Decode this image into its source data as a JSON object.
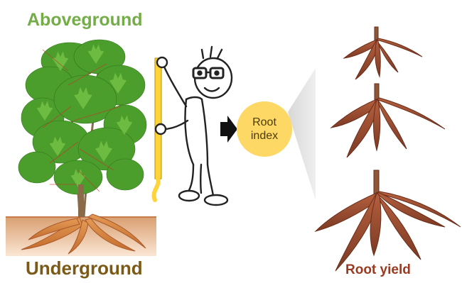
{
  "labels": {
    "aboveground": "Aboveground",
    "underground": "Underground",
    "root_index_line1": "Root",
    "root_index_line2": "index",
    "root_yield": "Root yield"
  },
  "colors": {
    "aboveground_text": "#73ad48",
    "underground_text": "#7a5a16",
    "root_yield_text": "#9b3a23",
    "index_circle": "#fdd865",
    "leaf": "#4c9e2c",
    "root": "#9a4f33",
    "soil": "#e9b991"
  },
  "icons": [
    "cassava-plant-icon",
    "measuring-person-icon",
    "arrow-right-icon",
    "root-cluster-icon"
  ]
}
